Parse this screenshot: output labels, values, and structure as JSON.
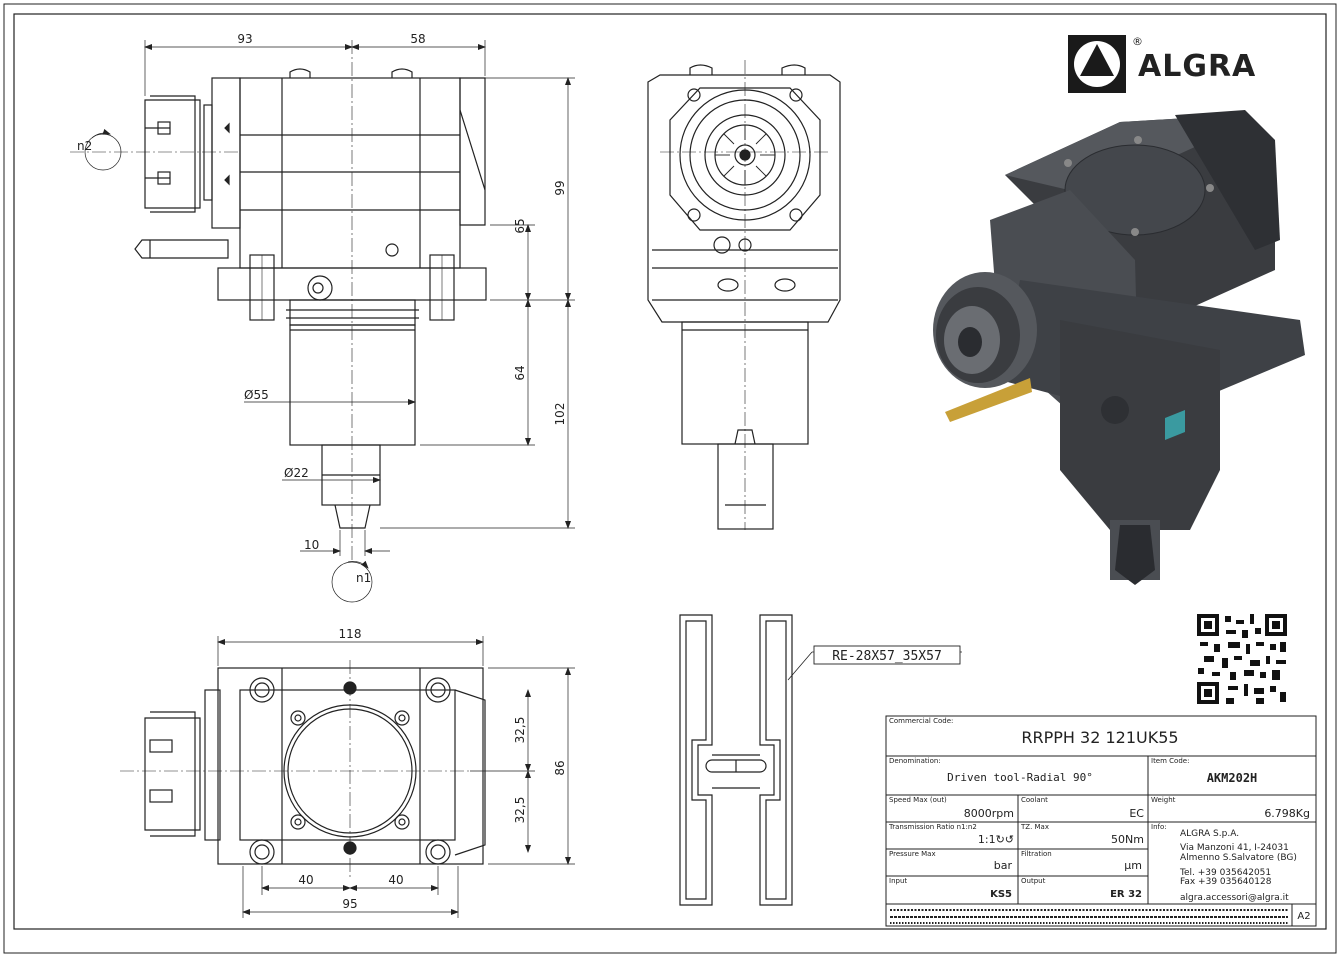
{
  "brand": {
    "name": "ALGRA",
    "registered": "®"
  },
  "front_view": {
    "dim_left": "93",
    "dim_right": "58",
    "dim_99": "99",
    "dim_65": "65",
    "dim_64": "64",
    "dim_102": "102",
    "dia_55": "Ø55",
    "dia_22": "Ø22",
    "dim_10": "10",
    "n1": "n1",
    "n2": "n2"
  },
  "bottom_view": {
    "dim_118": "118",
    "dim_86": "86",
    "dim_32_5_top": "32,5",
    "dim_32_5_bottom": "32,5",
    "dim_40_left": "40",
    "dim_40_right": "40",
    "dim_95": "95"
  },
  "collet": {
    "label": "RE-28X57_35X57"
  },
  "title_block": {
    "commercial_code_label": "Commercial Code:",
    "commercial_code": "RRPPH 32 121UK55",
    "denomination_label": "Denomination:",
    "denomination": "Driven tool-Radial 90°",
    "item_code_label": "Item Code:",
    "item_code": "AKM202H",
    "speed_max_label": "Speed Max (out)",
    "speed_max": "8000rpm",
    "coolant_label": "Coolant",
    "coolant": "EC",
    "weight_label": "Weight",
    "weight": "6.798Kg",
    "ratio_label": "Transmission Ratio n1:n2",
    "ratio": "1:1↻↺",
    "torque_label": "TZ. Max",
    "torque": "50Nm",
    "info_label": "Info:",
    "pressure_label": "Pressure Max",
    "pressure": "bar",
    "filtration_label": "Filtration",
    "filtration": "μm",
    "input_label": "Input",
    "input": "KS5",
    "output_label": "Output",
    "output": "ER 32",
    "company": "ALGRA S.p.A.",
    "address1": "Via Manzoni 41, I-24031",
    "address2": "Almenno S.Salvatore (BG)",
    "tel": "Tel. +39 035642051",
    "fax": "Fax +39 035640128",
    "email": "algra.accessori@algra.it",
    "sheet_size": "A2"
  },
  "colors": {
    "line": "#222222",
    "render_dark": "#3a3c40",
    "render_mid": "#4a4d52",
    "render_light": "#6a6d72",
    "brass": "#c8a038"
  }
}
